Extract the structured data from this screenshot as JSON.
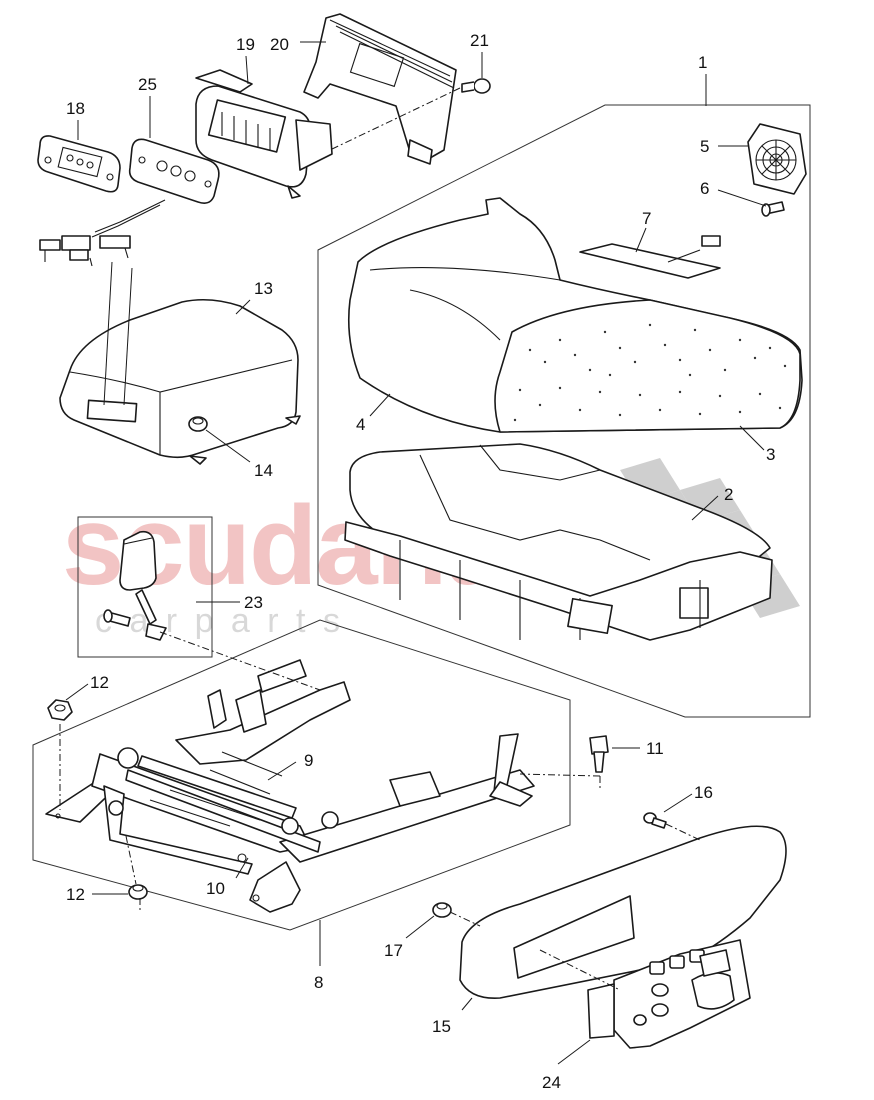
{
  "watermark": {
    "brand": "scudaria",
    "tagline": "c a r   p a r t s",
    "brand_color": "#f2c4c4",
    "tagline_color": "#d8d8d8",
    "flag_color": "#cfcfcf"
  },
  "callouts": [
    {
      "id": "1",
      "label": "1"
    },
    {
      "id": "2",
      "label": "2"
    },
    {
      "id": "3",
      "label": "3"
    },
    {
      "id": "4",
      "label": "4"
    },
    {
      "id": "5",
      "label": "5"
    },
    {
      "id": "6",
      "label": "6"
    },
    {
      "id": "7",
      "label": "7"
    },
    {
      "id": "8",
      "label": "8"
    },
    {
      "id": "9",
      "label": "9"
    },
    {
      "id": "10",
      "label": "10"
    },
    {
      "id": "11",
      "label": "11"
    },
    {
      "id": "12a",
      "label": "12"
    },
    {
      "id": "12b",
      "label": "12"
    },
    {
      "id": "13",
      "label": "13"
    },
    {
      "id": "14",
      "label": "14"
    },
    {
      "id": "15",
      "label": "15"
    },
    {
      "id": "16",
      "label": "16"
    },
    {
      "id": "17",
      "label": "17"
    },
    {
      "id": "18",
      "label": "18"
    },
    {
      "id": "19",
      "label": "19"
    },
    {
      "id": "20",
      "label": "20"
    },
    {
      "id": "21",
      "label": "21"
    },
    {
      "id": "23",
      "label": "23"
    },
    {
      "id": "24",
      "label": "24"
    },
    {
      "id": "25",
      "label": "25"
    }
  ]
}
